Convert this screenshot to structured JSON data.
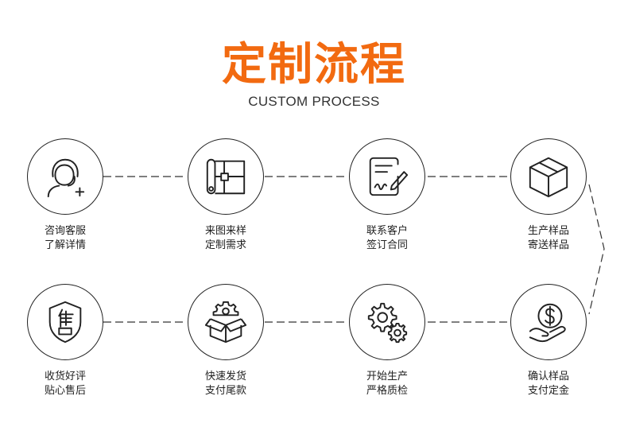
{
  "header": {
    "title": "定制流程",
    "subtitle": "CUSTOM PROCESS",
    "title_color": "#f26a10"
  },
  "steps": [
    {
      "line1": "咨询客服",
      "line2": "了解详情",
      "icon": "customer-service-icon"
    },
    {
      "line1": "来图来样",
      "line2": "定制需求",
      "icon": "blueprint-icon"
    },
    {
      "line1": "联系客户",
      "line2": "签订合同",
      "icon": "contract-signing-icon"
    },
    {
      "line1": "生产样品",
      "line2": "寄送样品",
      "icon": "package-box-icon"
    },
    {
      "line1": "确认样品",
      "line2": "支付定金",
      "icon": "dollar-payment-icon"
    },
    {
      "line1": "开始生产",
      "line2": "严格质检",
      "icon": "gears-icon"
    },
    {
      "line1": "快速发货",
      "line2": "支付尾款",
      "icon": "shipping-box-icon"
    },
    {
      "line1": "收货好评",
      "line2": "贴心售后",
      "icon": "shield-icon"
    }
  ],
  "colors": {
    "line": "#333333"
  }
}
